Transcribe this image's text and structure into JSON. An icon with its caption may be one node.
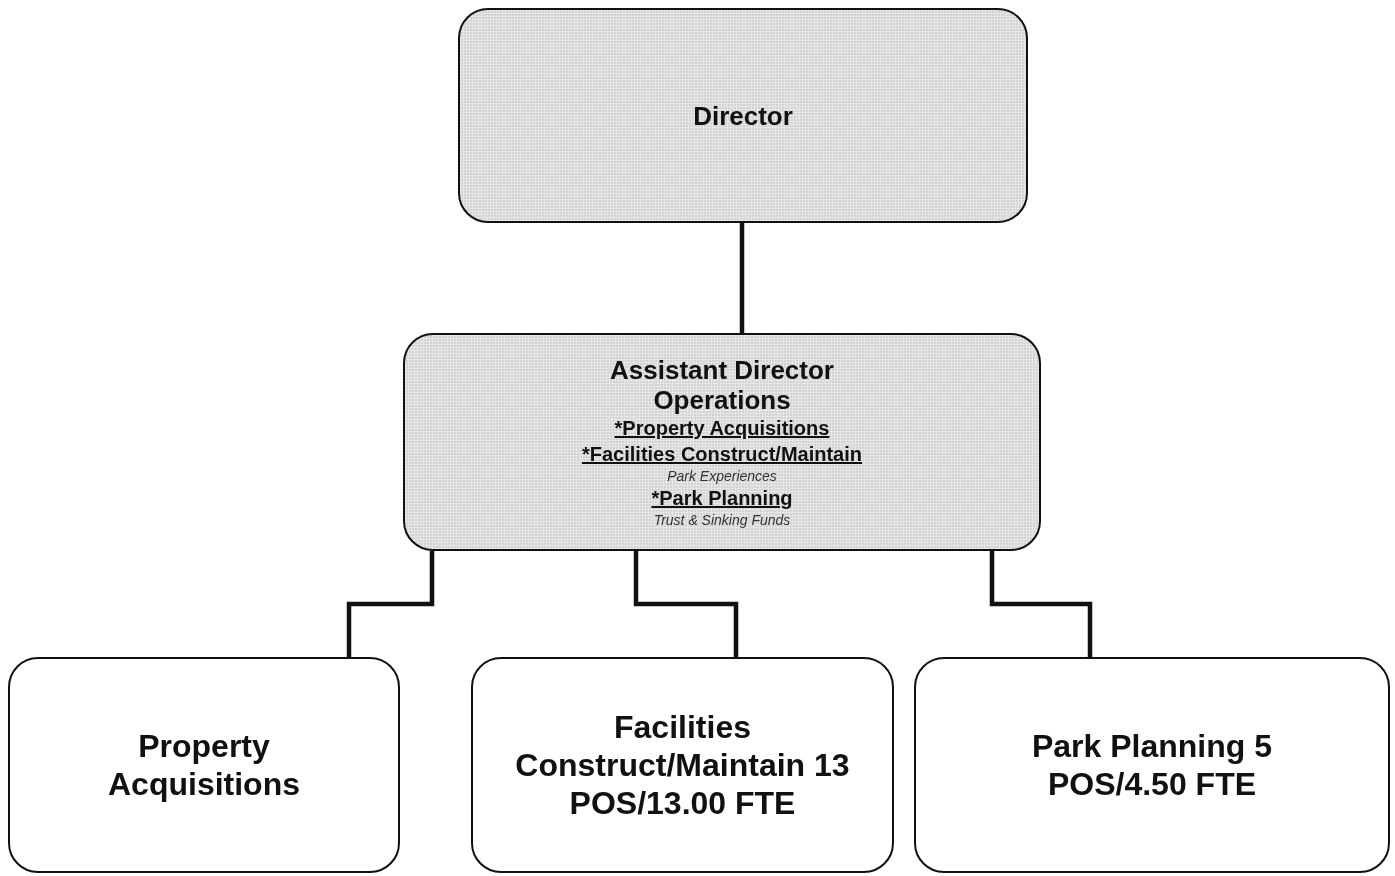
{
  "diagram": {
    "nodes": [
      {
        "text": [
          "Director"
        ]
      },
      {
        "text": [
          "Assistant Director",
          "Operations",
          "*Property Acquisitions",
          "*Facilities Construct/Maintain",
          "Park Experiences",
          "*Park Planning",
          "Trust & Sinking Funds"
        ]
      },
      {
        "text": [
          "Property Acquisitions"
        ]
      },
      {
        "text": [
          "Facilities Construct/Maintain 13 POS/13.00 FTE"
        ]
      },
      {
        "text": [
          "Park Planning 5 POS/4.50 FTE"
        ]
      }
    ],
    "edges": [
      {
        "from": 0,
        "to": 1,
        "arrow": "none"
      },
      {
        "from": 1,
        "to": 2,
        "arrow": "none"
      },
      {
        "from": 1,
        "to": 3,
        "arrow": "none"
      },
      {
        "from": 1,
        "to": 4,
        "arrow": "none"
      }
    ]
  }
}
